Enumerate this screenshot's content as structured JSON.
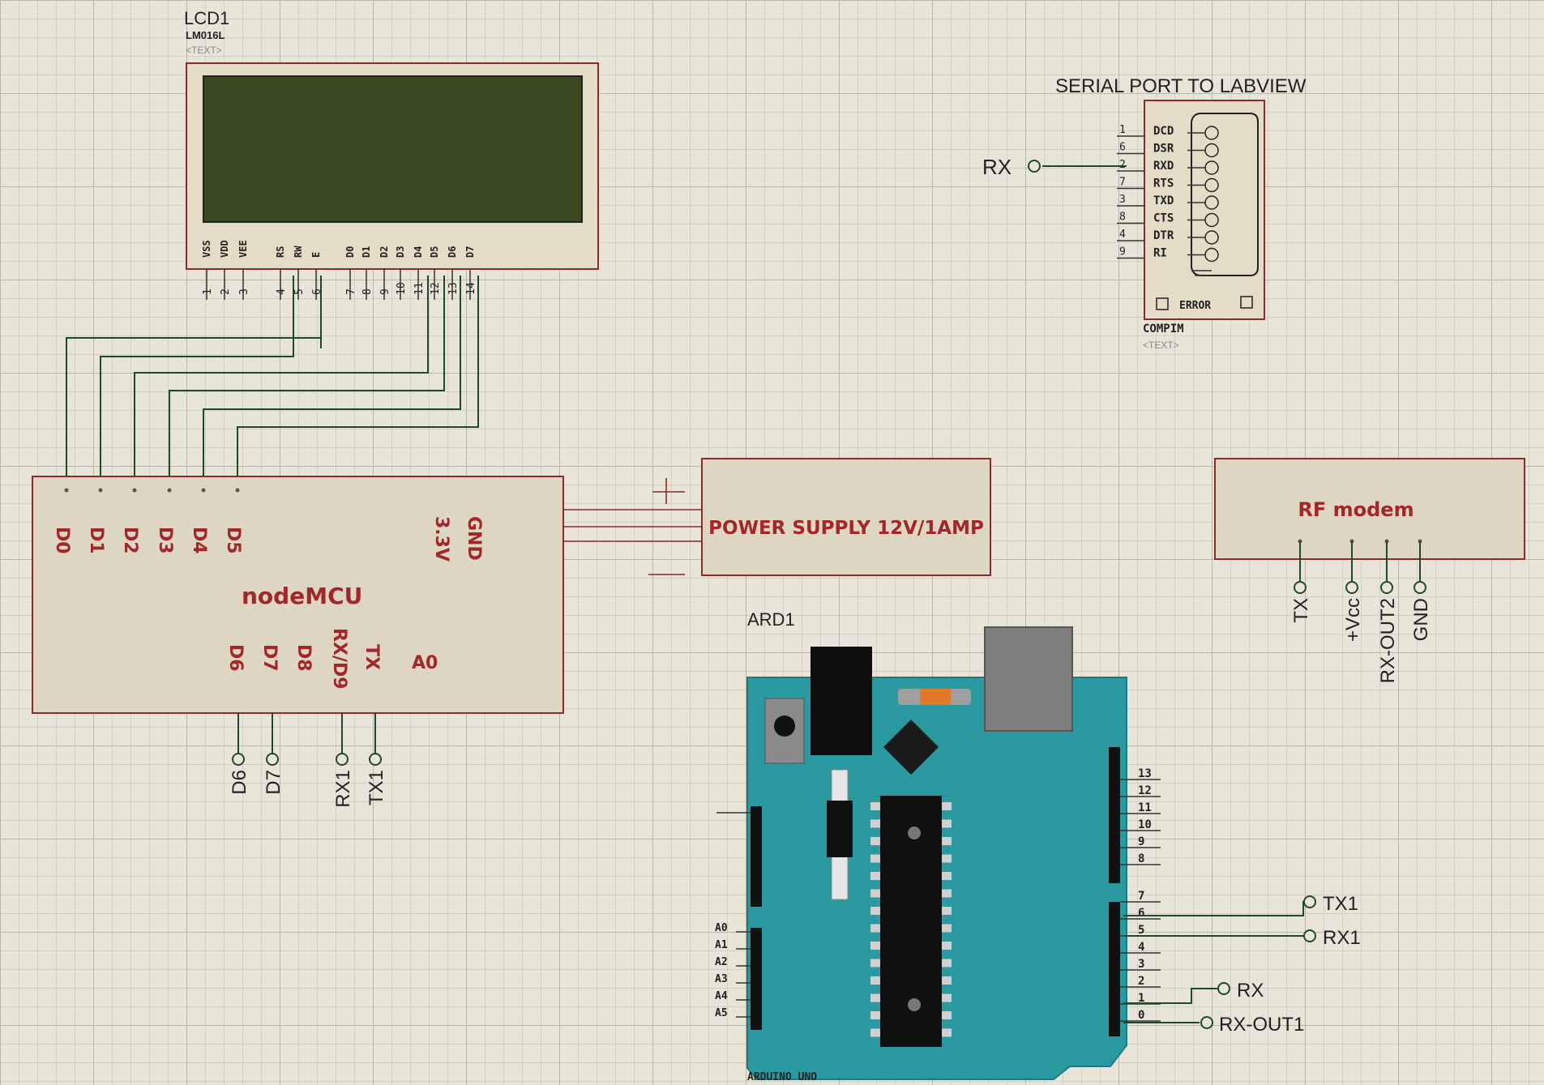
{
  "lcd": {
    "ref": "LCD1",
    "model": "LM016L",
    "text_ph": "<TEXT>",
    "pins": [
      "VSS",
      "VDD",
      "VEE",
      "RS",
      "RW",
      "E",
      "D0",
      "D1",
      "D2",
      "D3",
      "D4",
      "D5",
      "D6",
      "D7"
    ],
    "pin_nums": [
      "1",
      "2",
      "3",
      "4",
      "5",
      "6",
      "7",
      "8",
      "9",
      "10",
      "11",
      "12",
      "13",
      "14"
    ]
  },
  "serial": {
    "title": "SERIAL PORT TO LABVIEW",
    "net": "RX",
    "signals": [
      "DCD",
      "DSR",
      "RXD",
      "RTS",
      "TXD",
      "CTS",
      "DTR",
      "RI"
    ],
    "pin_nums": [
      "1",
      "6",
      "2",
      "7",
      "3",
      "8",
      "4",
      "9"
    ],
    "conn": "ERROR",
    "ref": "COMPIM",
    "text_ph": "<TEXT>"
  },
  "nodemcu": {
    "name": "nodeMCU",
    "top_pins": [
      "D0",
      "D1",
      "D2",
      "D3",
      "D4",
      "D5"
    ],
    "power_pins": [
      "3.3V",
      "GND"
    ],
    "bottom_pins": [
      "D6",
      "D7",
      "D8",
      "RX/D9",
      "TX"
    ],
    "analog": "A0",
    "nets": [
      "D6",
      "D7",
      "RX1",
      "TX1"
    ]
  },
  "power": {
    "label": "POWER SUPPLY 12V/1AMP"
  },
  "rf": {
    "label": "RF modem",
    "pins": [
      "TX",
      "+Vcc",
      "RX-OUT2",
      "GND"
    ]
  },
  "arduino": {
    "ref": "ARD1",
    "name": "ARDUINO UNO",
    "analog": [
      "A0",
      "A1",
      "A2",
      "A3",
      "A4",
      "A5"
    ],
    "digital": [
      "13",
      "12",
      "11",
      "10",
      "9",
      "8",
      "7",
      "6",
      "5",
      "4",
      "3",
      "2",
      "1",
      "0"
    ],
    "nets": [
      "TX1",
      "RX1",
      "RX",
      "RX-OUT1"
    ]
  },
  "colors": {
    "grid": "#b9b5a9",
    "wire": "#1e4a2a",
    "component_outline": "#8b2b2b",
    "label_red": "#a3262a",
    "lcd_screen": "#3b4a22",
    "arduino_board": "#2a9aa0"
  }
}
